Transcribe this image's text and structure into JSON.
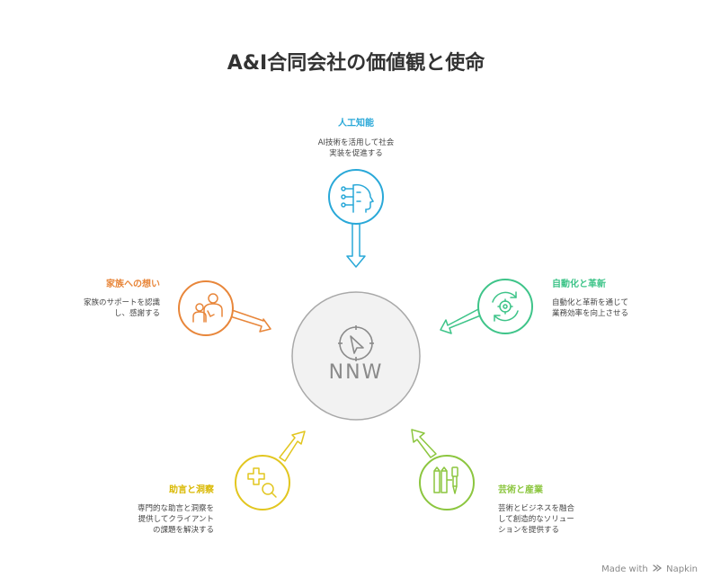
{
  "title": "A&I合同会社の価値観と使命",
  "center": {
    "label": "NNW"
  },
  "nodes": {
    "ai": {
      "title": "人工知能",
      "desc": [
        "AI技術を活用して社会",
        "実装を促進する"
      ],
      "color": "#29a8d8"
    },
    "automation": {
      "title": "自動化と革新",
      "desc": [
        "自動化と革新を通じて",
        "業務効率を向上させる"
      ],
      "color": "#3ec489"
    },
    "arts": {
      "title": "芸術と産業",
      "desc": [
        "芸術とビジネスを融合",
        "して創造的なソリュー",
        "ションを提供する"
      ],
      "color": "#8cc63f"
    },
    "advice": {
      "title": "助言と洞察",
      "desc": [
        "専門的な助言と洞察を",
        "提供してクライアント",
        "の課題を解決する"
      ],
      "color": "#e2c61f"
    },
    "family": {
      "title": "家族への想い",
      "desc": [
        "家族のサポートを認識",
        "し、感謝する"
      ],
      "color": "#e8863a"
    }
  },
  "watermark": {
    "text": "Made with",
    "brand": "Napkin"
  }
}
